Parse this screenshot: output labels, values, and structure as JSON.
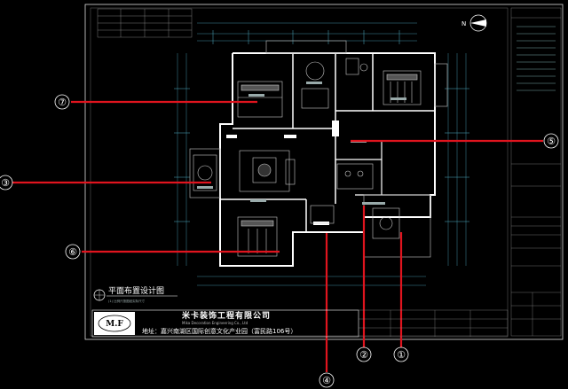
{
  "drawing": {
    "title": "平面布置设计图",
    "subtitle": "(1) 比例尺按图纸实际尺寸",
    "north_label": "N"
  },
  "company": {
    "logo": "M.F",
    "name_cn": "米卡装饰工程有限公司",
    "name_en": "Mika Decoration Engineering Co., Ltd",
    "address": "地址：嘉兴南湖区国际创意文化产业园（富民路106号）"
  },
  "callouts": [
    {
      "id": "c1",
      "label": "①"
    },
    {
      "id": "c2",
      "label": "②"
    },
    {
      "id": "c3",
      "label": "③"
    },
    {
      "id": "c4",
      "label": "④"
    },
    {
      "id": "c5",
      "label": "⑤"
    },
    {
      "id": "c6",
      "label": "⑥"
    },
    {
      "id": "c7",
      "label": "⑦"
    }
  ],
  "colors": {
    "callout_line": "#e0141e",
    "walls": "#ffffff",
    "dims": "#4fb0c6",
    "furniture": "#c9c9c9",
    "background": "#000000"
  }
}
